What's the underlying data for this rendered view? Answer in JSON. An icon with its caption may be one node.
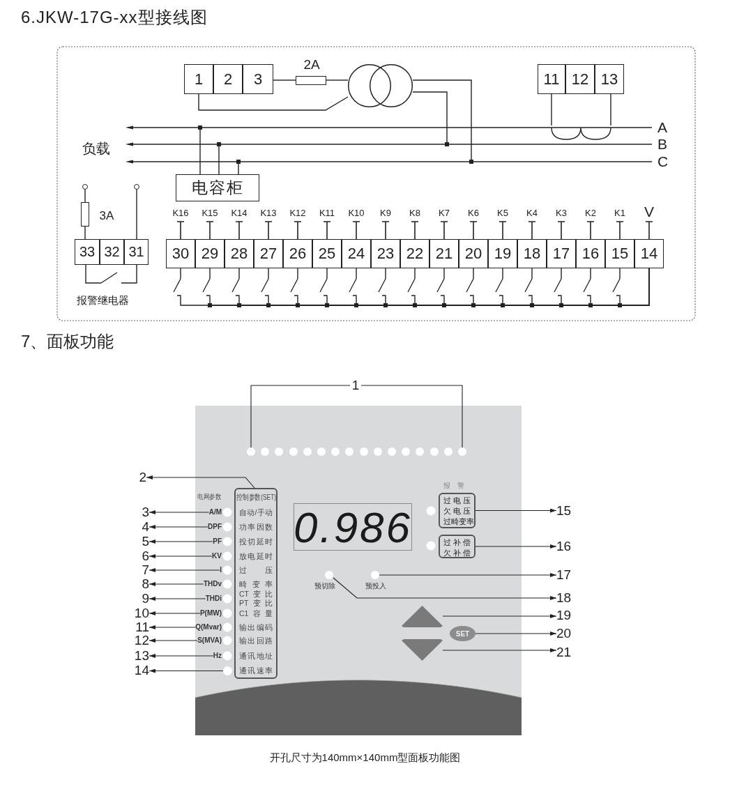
{
  "diagram": {
    "title": "6.JKW-17G-xx型接线图",
    "caption": "开孔尺寸为140mm×140mm型面板功能图",
    "nodes": [
      {
        "text": [
          "1"
        ]
      },
      {
        "text": [
          "2"
        ]
      },
      {
        "text": [
          "3"
        ]
      },
      {
        "text": [],
        "shape": "box",
        "beside": [
          "2A"
        ]
      },
      {
        "text": [],
        "shape": "circle"
      },
      {
        "text": [
          "11"
        ]
      },
      {
        "text": [
          "12"
        ]
      },
      {
        "text": [
          "13"
        ]
      },
      {
        "text": [
          "A"
        ]
      },
      {
        "text": [
          "B"
        ]
      },
      {
        "text": [
          "C"
        ]
      },
      {
        "text": [
          "电容柜"
        ]
      },
      {
        "text": [],
        "shape": "circle"
      },
      {
        "text": [],
        "shape": "circle"
      },
      {
        "text": [],
        "shape": "box",
        "beside": [
          "3A"
        ]
      },
      {
        "text": [
          "33"
        ]
      },
      {
        "text": [
          "32"
        ]
      },
      {
        "text": [
          "31"
        ]
      },
      {
        "text": [
          "30"
        ]
      },
      {
        "text": [
          "29"
        ]
      },
      {
        "text": [
          "28"
        ]
      },
      {
        "text": [
          "27"
        ]
      },
      {
        "text": [
          "26"
        ]
      },
      {
        "text": [
          "25"
        ]
      },
      {
        "text": [
          "24"
        ]
      },
      {
        "text": [
          "23"
        ]
      },
      {
        "text": [
          "22"
        ]
      },
      {
        "text": [
          "21"
        ]
      },
      {
        "text": [
          "20"
        ]
      },
      {
        "text": [
          "19"
        ]
      },
      {
        "text": [
          "18"
        ]
      },
      {
        "text": [
          "17"
        ]
      },
      {
        "text": [
          "16"
        ]
      },
      {
        "text": [
          "15"
        ]
      },
      {
        "text": [
          "14"
        ]
      },
      {
        "text": [],
        "shape": "box"
      },
      {
        "text": [
          "1"
        ]
      },
      {
        "text": [],
        "shape": "circle",
        "in": 35
      },
      {
        "text": [],
        "shape": "circle",
        "in": 35
      },
      {
        "text": [],
        "shape": "circle",
        "in": 35
      },
      {
        "text": [],
        "shape": "circle",
        "in": 35
      },
      {
        "text": [],
        "shape": "circle",
        "in": 35
      },
      {
        "text": [],
        "shape": "circle",
        "in": 35
      },
      {
        "text": [],
        "shape": "circle",
        "in": 35
      },
      {
        "text": [],
        "shape": "circle",
        "in": 35
      },
      {
        "text": [],
        "shape": "circle",
        "in": 35
      },
      {
        "text": [],
        "shape": "circle",
        "in": 35
      },
      {
        "text": [],
        "shape": "circle",
        "in": 35
      },
      {
        "text": [],
        "shape": "circle",
        "in": 35
      },
      {
        "text": [],
        "shape": "circle",
        "in": 35
      },
      {
        "text": [],
        "shape": "circle",
        "in": 35
      },
      {
        "text": [],
        "shape": "circle",
        "in": 35
      },
      {
        "text": [],
        "shape": "circle",
        "in": 35
      },
      {
        "text": [
          "2"
        ]
      },
      {
        "text": [
          "控制参数(SET)",
          "自动/手动",
          "功率因数",
          "投切延时",
          "放电延时",
          "过压",
          "畸变率",
          "CT变比",
          "PT变比",
          "C1容量",
          "输出编码",
          "输出回路",
          "通讯地址",
          "通讯速率"
        ],
        "in": 35
      },
      {
        "text": [
          "A/M"
        ],
        "in": 35
      },
      {
        "text": [
          "DPF"
        ],
        "in": 35
      },
      {
        "text": [
          "PF"
        ],
        "in": 35
      },
      {
        "text": [
          "KV"
        ],
        "in": 35
      },
      {
        "text": [
          "I"
        ],
        "in": 35
      },
      {
        "text": [
          "THDv"
        ],
        "in": 35
      },
      {
        "text": [
          "THDi"
        ],
        "in": 35
      },
      {
        "text": [
          "P(MW)"
        ],
        "in": 35
      },
      {
        "text": [
          "Q(Mvar)"
        ],
        "in": 35
      },
      {
        "text": [
          "S(MVA)"
        ],
        "in": 35
      },
      {
        "text": [
          "Hz"
        ],
        "in": 35
      },
      {
        "text": [],
        "shape": "circle",
        "in": 35
      },
      {
        "text": [
          "3"
        ]
      },
      {
        "text": [
          "4"
        ]
      },
      {
        "text": [
          "5"
        ]
      },
      {
        "text": [
          "6"
        ]
      },
      {
        "text": [
          "7"
        ]
      },
      {
        "text": [
          "8"
        ]
      },
      {
        "text": [
          "9"
        ]
      },
      {
        "text": [
          "10"
        ]
      },
      {
        "text": [
          "11"
        ]
      },
      {
        "text": [
          "12"
        ]
      },
      {
        "text": [
          "13"
        ]
      },
      {
        "text": [
          "14"
        ]
      },
      {
        "text": [
          "0.986"
        ],
        "in": 35
      },
      {
        "text": [
          "过电压",
          "欠电压",
          "过畸变率"
        ],
        "in": 35
      },
      {
        "text": [
          "过补偿",
          "欠补偿"
        ],
        "in": 35
      },
      {
        "text": [],
        "shape": "circle",
        "beside": [
          "预切除"
        ],
        "in": 35
      },
      {
        "text": [],
        "shape": "circle",
        "beside": [
          "预投入"
        ],
        "in": 35
      },
      {
        "text": [],
        "shape": "triangle",
        "in": 35
      },
      {
        "text": [
          "SET"
        ],
        "in": 35
      },
      {
        "text": [],
        "shape": "triangle",
        "in": 35
      },
      {
        "text": [
          "15"
        ]
      },
      {
        "text": [
          "16"
        ]
      },
      {
        "text": [
          "17"
        ]
      },
      {
        "text": [
          "18"
        ]
      },
      {
        "text": [
          "19"
        ]
      },
      {
        "text": [
          "20"
        ]
      },
      {
        "text": [
          "21"
        ]
      },
      {
        "text": [],
        "shape": "switch"
      },
      {
        "text": [],
        "shape": "switch"
      },
      {
        "text": [],
        "shape": "switch"
      },
      {
        "text": [],
        "shape": "switch"
      },
      {
        "text": [],
        "shape": "switch"
      },
      {
        "text": [],
        "shape": "switch"
      },
      {
        "text": [],
        "shape": "switch"
      },
      {
        "text": [],
        "shape": "switch"
      },
      {
        "text": [],
        "shape": "switch"
      },
      {
        "text": [],
        "shape": "switch"
      },
      {
        "text": [],
        "shape": "switch"
      },
      {
        "text": [],
        "shape": "switch"
      },
      {
        "text": [],
        "shape": "switch"
      },
      {
        "text": [],
        "shape": "switch"
      },
      {
        "text": [],
        "shape": "switch"
      },
      {
        "text": [],
        "shape": "switch"
      },
      {
        "text": [],
        "shape": "switch"
      }
    ],
    "edges": [
      {
        "from": 0,
        "to": 4,
        "arrow": "none"
      },
      {
        "from": 2,
        "to": 3,
        "arrow": "none"
      },
      {
        "from": 3,
        "to": 4,
        "arrow": "none"
      },
      {
        "from": 4,
        "to": 9,
        "arrow": "none"
      },
      {
        "from": 4,
        "to": 10,
        "arrow": "none"
      },
      {
        "from": 5,
        "to": 8,
        "arrow": "none"
      },
      {
        "from": 7,
        "to": 8,
        "arrow": "none"
      },
      {
        "from": 11,
        "to": 8,
        "arrow": "none"
      },
      {
        "from": 11,
        "to": 9,
        "arrow": "none"
      },
      {
        "from": 11,
        "to": 10,
        "arrow": "none"
      },
      {
        "from": 12,
        "to": 14,
        "arrow": "none"
      },
      {
        "from": 14,
        "to": 15,
        "arrow": "none"
      },
      {
        "from": 13,
        "to": 17,
        "arrow": "none"
      },
      {
        "from": 15,
        "to": 94,
        "arrow": "none"
      },
      {
        "from": 34,
        "to": 95,
        "arrow": "none"
      },
      {
        "from": 34,
        "to": 96,
        "arrow": "none"
      },
      {
        "from": 34,
        "to": 97,
        "arrow": "none"
      },
      {
        "from": 34,
        "to": 98,
        "arrow": "none"
      },
      {
        "from": 34,
        "to": 99,
        "arrow": "none"
      },
      {
        "from": 34,
        "to": 100,
        "arrow": "none"
      },
      {
        "from": 34,
        "to": 101,
        "arrow": "none"
      },
      {
        "from": 34,
        "to": 102,
        "arrow": "none"
      },
      {
        "from": 34,
        "to": 103,
        "arrow": "none"
      },
      {
        "from": 34,
        "to": 104,
        "arrow": "none"
      },
      {
        "from": 34,
        "to": 105,
        "arrow": "none"
      },
      {
        "from": 34,
        "to": 106,
        "arrow": "none"
      },
      {
        "from": 34,
        "to": 107,
        "arrow": "none"
      },
      {
        "from": 34,
        "to": 108,
        "arrow": "none"
      },
      {
        "from": 34,
        "to": 109,
        "arrow": "none"
      },
      {
        "from": 34,
        "to": 110,
        "arrow": "none"
      },
      {
        "from": 36,
        "to": 37,
        "arrow": "none"
      },
      {
        "from": 36,
        "to": 52,
        "arrow": "none"
      },
      {
        "from": 54,
        "to": 53,
        "arrow": "to"
      },
      {
        "from": 55,
        "to": 67,
        "arrow": "to"
      },
      {
        "from": 56,
        "to": 68,
        "arrow": "to"
      },
      {
        "from": 57,
        "to": 69,
        "arrow": "to"
      },
      {
        "from": 58,
        "to": 70,
        "arrow": "to"
      },
      {
        "from": 59,
        "to": 71,
        "arrow": "to"
      },
      {
        "from": 60,
        "to": 72,
        "arrow": "to"
      },
      {
        "from": 61,
        "to": 73,
        "arrow": "to"
      },
      {
        "from": 62,
        "to": 74,
        "arrow": "to"
      },
      {
        "from": 63,
        "to": 75,
        "arrow": "to"
      },
      {
        "from": 64,
        "to": 76,
        "arrow": "to"
      },
      {
        "from": 65,
        "to": 77,
        "arrow": "to"
      },
      {
        "from": 66,
        "to": 78,
        "arrow": "to"
      },
      {
        "from": 80,
        "to": 87,
        "arrow": "to"
      },
      {
        "from": 81,
        "to": 88,
        "arrow": "to"
      },
      {
        "from": 83,
        "to": 89,
        "arrow": "to"
      },
      {
        "from": 82,
        "to": 90,
        "arrow": "to"
      },
      {
        "from": 84,
        "to": 91,
        "arrow": "to"
      },
      {
        "from": 85,
        "to": 92,
        "arrow": "to"
      },
      {
        "from": 86,
        "to": 93,
        "arrow": "to"
      },
      {
        "from": 94,
        "to": 17,
        "arrow": "none"
      },
      {
        "from": 95,
        "to": 18,
        "arrow": "none"
      },
      {
        "from": 96,
        "to": 19,
        "arrow": "none"
      },
      {
        "from": 97,
        "to": 20,
        "arrow": "none"
      },
      {
        "from": 98,
        "to": 21,
        "arrow": "none"
      },
      {
        "from": 99,
        "to": 22,
        "arrow": "none"
      },
      {
        "from": 100,
        "to": 23,
        "arrow": "none"
      },
      {
        "from": 101,
        "to": 24,
        "arrow": "none"
      },
      {
        "from": 102,
        "to": 25,
        "arrow": "none"
      },
      {
        "from": 103,
        "to": 26,
        "arrow": "none"
      },
      {
        "from": 104,
        "to": 27,
        "arrow": "none"
      },
      {
        "from": 105,
        "to": 28,
        "arrow": "none"
      },
      {
        "from": 106,
        "to": 29,
        "arrow": "none"
      },
      {
        "from": 107,
        "to": 30,
        "arrow": "none"
      },
      {
        "from": 108,
        "to": 31,
        "arrow": "none"
      },
      {
        "from": 109,
        "to": 32,
        "arrow": "none"
      },
      {
        "from": 110,
        "to": 33,
        "arrow": "none"
      }
    ],
    "labels": [
      "负载",
      "K16",
      "K15",
      "K14",
      "K13",
      "K12",
      "K11",
      "K10",
      "K9",
      "K8",
      "K7",
      "K6",
      "K5",
      "K4",
      "K3",
      "K2",
      "K1",
      "V",
      "报警继电器",
      "7、面板功能",
      "电网参数",
      "报警"
    ]
  }
}
